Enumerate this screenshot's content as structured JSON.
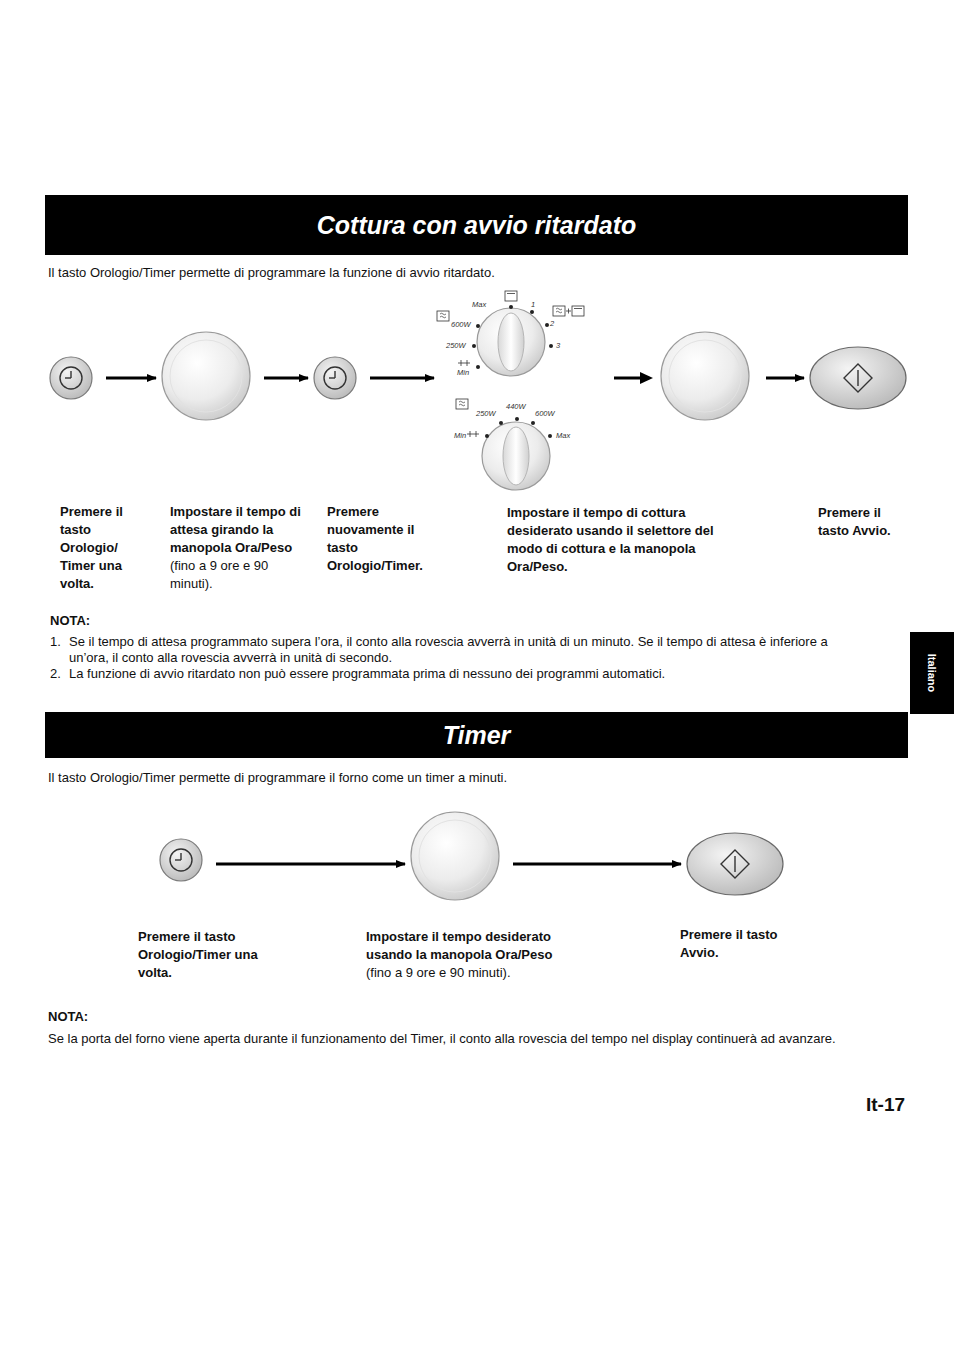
{
  "diagram": {
    "title": "Cottura con avvio ritardato",
    "nodes": [
      {
        "text": [
          "Cottura con avvio ritardato"
        ]
      },
      {
        "text": [
          "Premere il tasto Orologio/ Timer una volta."
        ]
      },
      {
        "text": [
          "Impostare il tempo di attesa girando la manopola Ora/Peso",
          "(fino a 9 ore e 90 minuti)."
        ]
      },
      {
        "text": [
          "Premere nuovamente il tasto Orologio/Timer."
        ]
      },
      {
        "text": [
          "Impostare il tempo di cottura desiderato usando il selettore del modo di cottura e la manopola Ora/Peso."
        ]
      },
      {
        "text": [
          "Premere il tasto Avvio."
        ]
      },
      {
        "text": [
          "Timer"
        ]
      },
      {
        "text": [
          "Premere il tasto Orologio/Timer una volta."
        ]
      },
      {
        "text": [
          "Impostare il tempo desiderato usando la manopola Ora/Peso",
          "(fino a 9 ore e 90 minuti)."
        ]
      },
      {
        "text": [
          "Premere il tasto Avvio."
        ]
      },
      {
        "text": [
          "Italiano"
        ]
      }
    ],
    "edges": [
      {
        "from": 1,
        "to": 2,
        "arrow": "to"
      },
      {
        "from": 2,
        "to": 3,
        "arrow": "to"
      },
      {
        "from": 3,
        "to": 4,
        "arrow": "to"
      },
      {
        "from": 4,
        "to": 5,
        "arrow": "to"
      },
      {
        "from": 7,
        "to": 8,
        "arrow": "to"
      },
      {
        "from": 8,
        "to": 9,
        "arrow": "to"
      }
    ],
    "labels": [
      "Il tasto Orologio/Timer permette di programmare la funzione di avvio ritardato.",
      "Max",
      "1",
      "600W",
      "2",
      "250W",
      "3",
      "Min",
      "250W",
      "440W",
      "600W",
      "Min",
      "Max",
      "NOTA:",
      "1.",
      "Se il tempo di attesa programmato supera l’ora, il conto alla rovescia avverrà in unità di un minuto. Se il tempo di attesa è inferiore a un’ora, il conto alla rovescia avverrà in unità di secondo.",
      "2.",
      "La funzione di avvio ritardato non può essere programmata prima di nessuno dei programmi automatici.",
      "Il tasto Orologio/Timer permette di programmare il forno come un timer a minuti.",
      "NOTA:",
      "Se la porta del forno viene aperta durante il funzionamento del Timer, il conto alla rovescia del tempo nel display continuerà ad avanzare.",
      "It-17"
    ]
  }
}
